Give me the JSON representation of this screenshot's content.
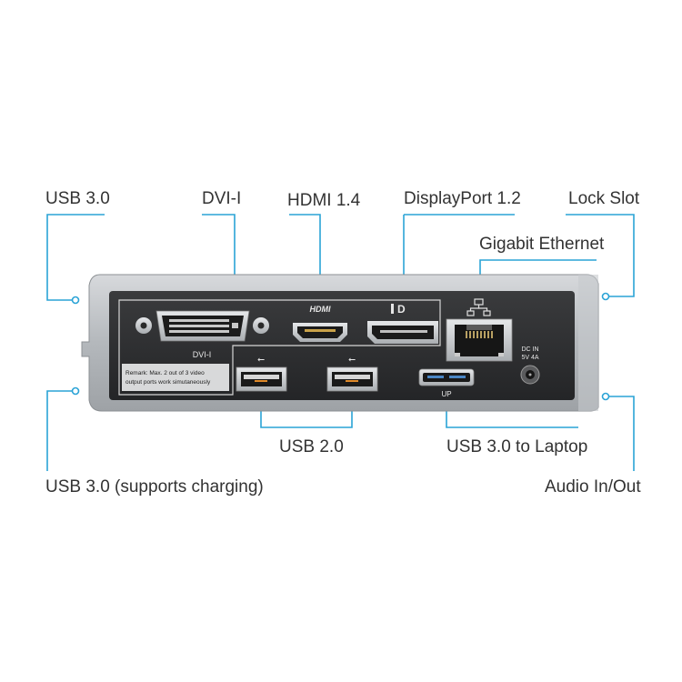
{
  "colors": {
    "leader": "#2aa3d6",
    "label_text": "#333333",
    "device_shell": "#b9bdc1",
    "device_panel": "#2e2f31",
    "port_metal": "#c9ccd0"
  },
  "callouts": {
    "usb30": "USB 3.0",
    "dvi": "DVI-I",
    "hdmi": "HDMI 1.4",
    "displayport": "DisplayPort 1.2",
    "lock_slot": "Lock Slot",
    "ethernet": "Gigabit Ethernet",
    "usb20": "USB 2.0",
    "usb30_laptop": "USB 3.0 to Laptop",
    "usb30_charging": "USB 3.0 (supports charging)",
    "audio": "Audio In/Out"
  },
  "device_labels": {
    "dvi": "DVI-I",
    "hdmi_logo": "HDMI",
    "dp_logo": "D",
    "remark_line1": "Remark: Max. 2 out of 3 video",
    "remark_line2": "output ports work simutaneously",
    "up": "UP",
    "dc_line1": "DC IN",
    "dc_line2": "5V 4A",
    "usb_symbol": "⭠"
  },
  "icons": {
    "ethernet": "network-icon",
    "usb": "usb-icon",
    "displayport": "displayport-icon"
  }
}
